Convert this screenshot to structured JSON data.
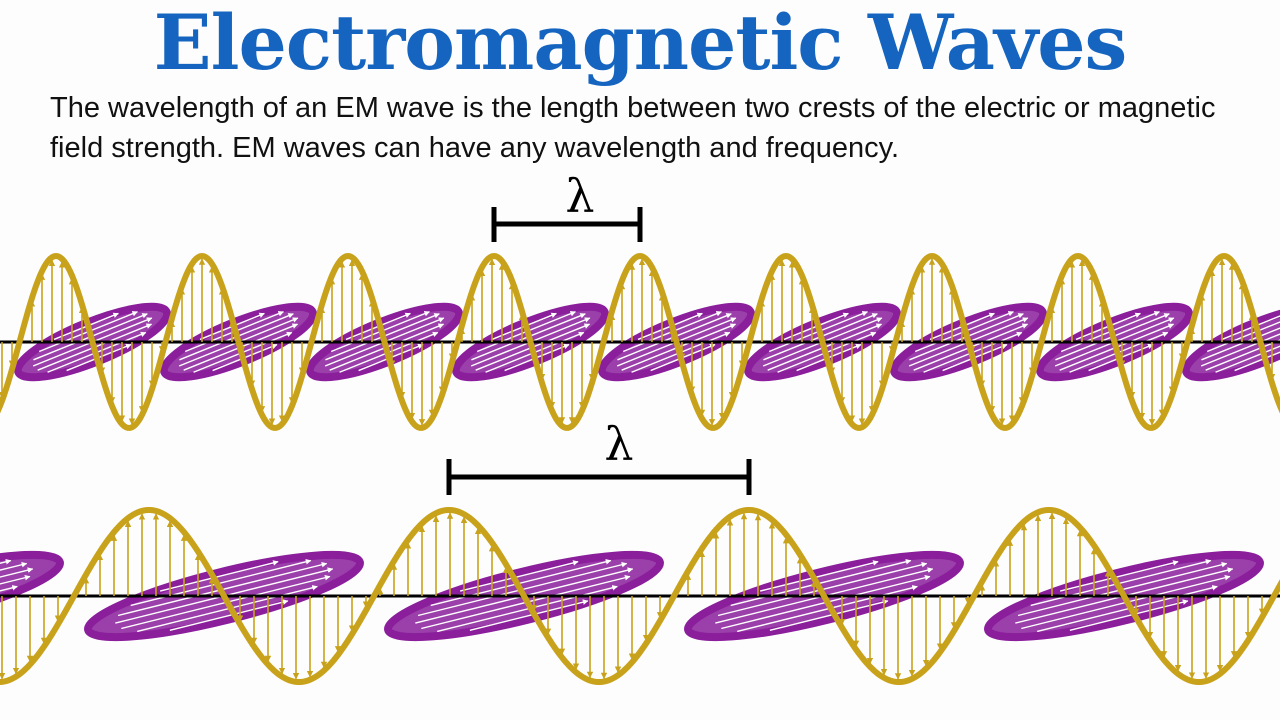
{
  "title": "Electromagnetic Waves",
  "description": "The wavelength of an EM wave is the length between two crests of the electric or magnetic field strength. EM waves can have any wavelength and frequency.",
  "wave_top": {
    "wavelength_label": "λ"
  },
  "wave_bottom": {
    "wavelength_label": "λ"
  },
  "colors": {
    "title": "#1565c0",
    "electric_field": "#c9a21c",
    "magnetic_field": "#8a1e9b",
    "axis": "#000000",
    "measure_bar": "#000000",
    "background": "#fdfdfd"
  }
}
